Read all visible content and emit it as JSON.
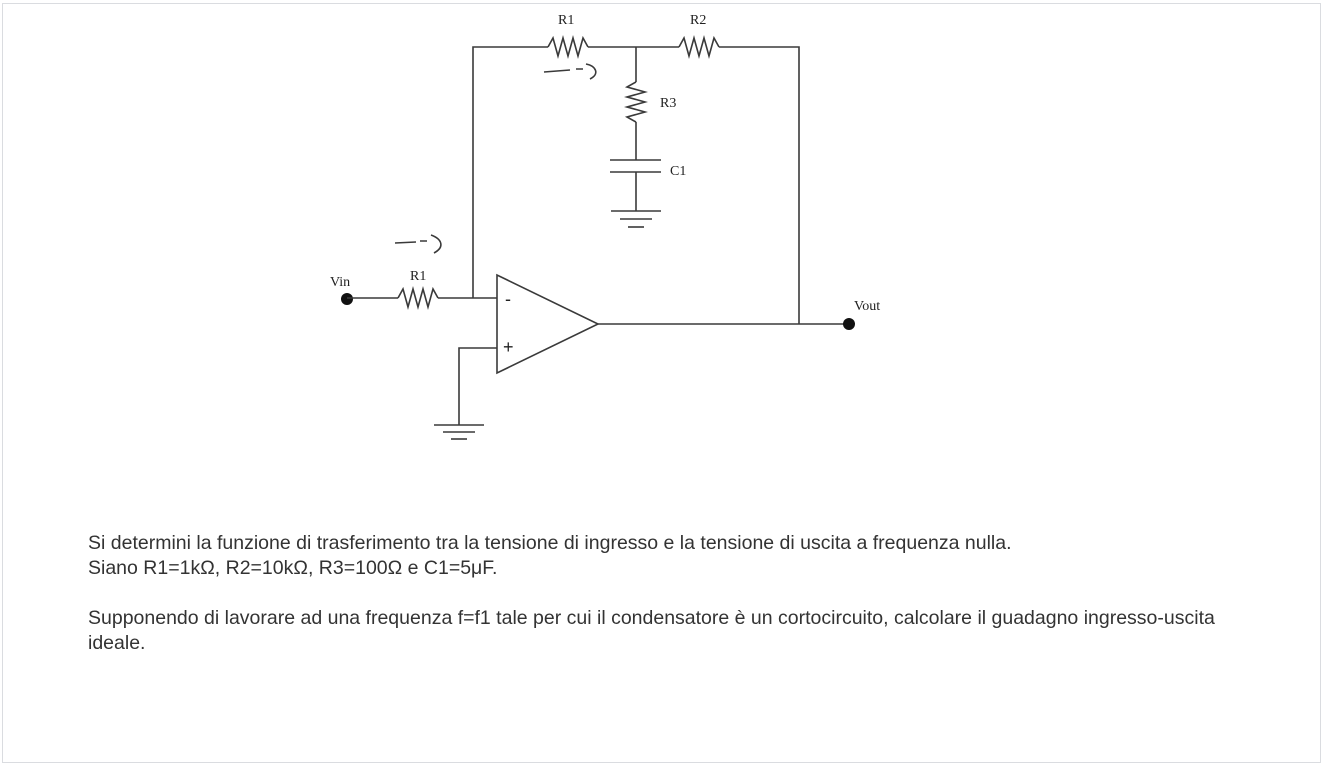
{
  "circuit": {
    "labels": {
      "r1_top": "R1",
      "r2": "R2",
      "r3": "R3",
      "c1": "C1",
      "r1_in": "R1",
      "vin": "Vin",
      "vout": "Vout",
      "minus": "-",
      "plus": "+"
    },
    "annotations": [
      "current-arrow-top",
      "current-arrow-input"
    ]
  },
  "question": {
    "line1": "Si determini la funzione di trasferimento tra la tensione di ingresso e la tensione di uscita a frequenza nulla.",
    "line2": "Siano R1=1kΩ, R2=10kΩ, R3=100Ω e C1=5μF.",
    "line3": "Supponendo di lavorare ad una frequenza f=f1 tale per cui il condensatore è un cortocircuito, calcolare il guadagno ingresso-uscita ideale."
  }
}
